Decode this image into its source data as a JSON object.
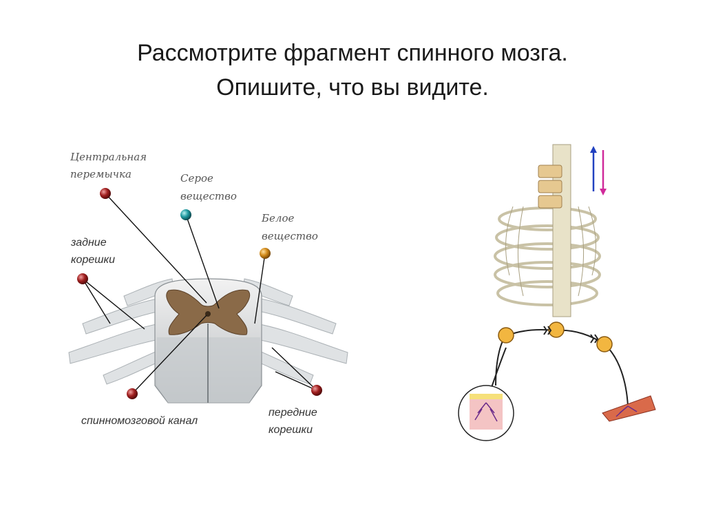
{
  "slide": {
    "title_line1": "Рассмотрите фрагмент спинного мозга.",
    "title_line2": "Опишите, что вы видите."
  },
  "labels": {
    "central_commissure_l1": "Центральная",
    "central_commissure_l2": "перемычка",
    "gray_matter_l1": "Серое",
    "gray_matter_l2": "вещество",
    "white_matter_l1": "Белое",
    "white_matter_l2": "вещество",
    "posterior_roots_l1": "задние",
    "posterior_roots_l2": "корешки",
    "central_canal": "спинномозговой канал",
    "anterior_roots_l1": "передние",
    "anterior_roots_l2": "корешки"
  },
  "colors": {
    "pin_red": "#a01f1f",
    "pin_teal": "#1e9aa0",
    "pin_orange": "#d18a1a",
    "neuron_fill": "#f2b640",
    "arrow_blue": "#2040c0",
    "arrow_magenta": "#d02a9a"
  }
}
